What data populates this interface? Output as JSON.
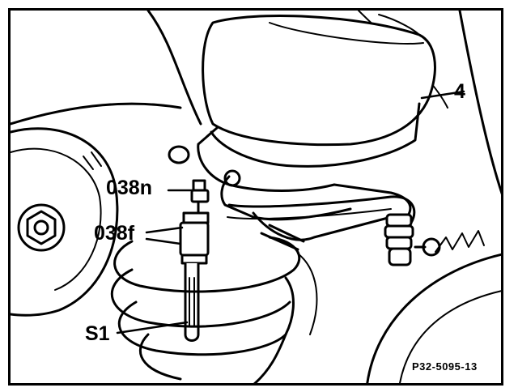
{
  "diagram": {
    "callouts": {
      "part_4": "4",
      "part_038n": "038n",
      "part_038f": "038f",
      "part_s1": "S1"
    },
    "figure_ref": "P32-5095-13"
  }
}
